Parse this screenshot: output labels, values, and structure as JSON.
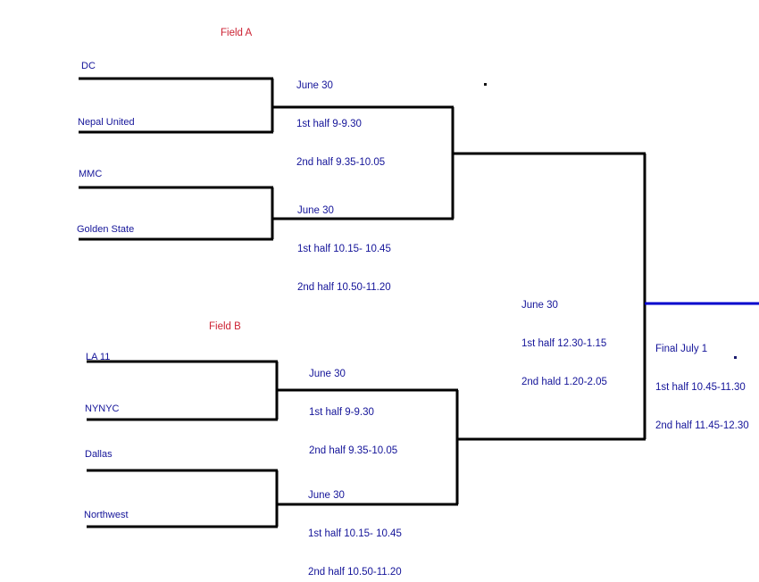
{
  "diagram": {
    "title": "Tournament Bracket",
    "colors": {
      "team_text": "#141499",
      "field_text": "#cc2233",
      "line": "#000000",
      "final_line": "#0000cc"
    }
  },
  "fields": {
    "field_a": "Field A",
    "field_b": "Field B"
  },
  "teams": {
    "dc": "DC",
    "nepal_united": "Nepal United",
    "mmc": "MMC",
    "golden_state": "Golden State",
    "la_11": "LA 11",
    "nynyc": "NYNYC",
    "dallas": "Dallas",
    "northwest": "Northwest"
  },
  "matches": {
    "a1": {
      "date": "June 30",
      "first_half": "1st half 9-9.30",
      "second_half": "2nd half 9.35-10.05"
    },
    "a2": {
      "date": "June 30",
      "first_half": "1st half 10.15- 10.45",
      "second_half": "2nd half 10.50-11.20"
    },
    "b1": {
      "date": "June 30",
      "first_half": "1st half 9-9.30",
      "second_half": "2nd half 9.35-10.05"
    },
    "b2": {
      "date": "June 30",
      "first_half": "1st half 10.15- 10.45",
      "second_half": "2nd half 10.50-11.20"
    },
    "semifinal": {
      "date": "June 30",
      "first_half": "1st half 12.30-1.15",
      "second_half": "2nd hald 1.20-2.05"
    },
    "final": {
      "date": "Final July 1",
      "first_half": "1st half 10.45-11.30",
      "second_half": "2nd half 11.45-12.30"
    }
  }
}
